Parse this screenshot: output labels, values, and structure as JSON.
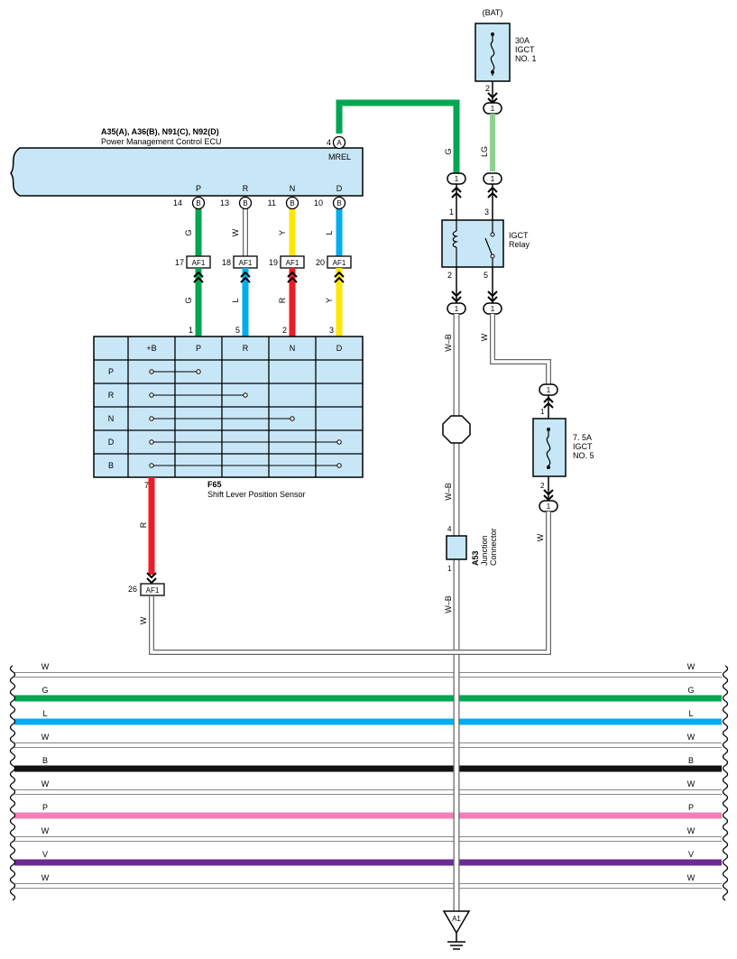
{
  "bat_label": "(BAT)",
  "fuse_30a": {
    "amp": "30A",
    "name1": "IGCT",
    "name2": "NO. 1",
    "pin_out": "2"
  },
  "fuse_75a": {
    "amp": "7. 5A",
    "name1": "IGCT",
    "name2": "NO. 5",
    "pin_in": "1",
    "pin_out": "2"
  },
  "ecu": {
    "codes": "A35(A), A36(B), N91(C), N92(D)",
    "name": "Power Management Control ECU",
    "mrel_pin": "4",
    "mrel_conn": "A",
    "mrel_label": "MREL",
    "pins": [
      {
        "label": "P",
        "pin": "14",
        "conn": "B"
      },
      {
        "label": "R",
        "pin": "13",
        "conn": "B"
      },
      {
        "label": "N",
        "pin": "11",
        "conn": "B"
      },
      {
        "label": "D",
        "pin": "10",
        "conn": "B"
      }
    ]
  },
  "ecu_wires": [
    "G",
    "W",
    "Y",
    "L"
  ],
  "af1_connectors": [
    {
      "num": "17",
      "name": "AF1"
    },
    {
      "num": "18",
      "name": "AF1"
    },
    {
      "num": "19",
      "name": "AF1"
    },
    {
      "num": "20",
      "name": "AF1"
    }
  ],
  "sensor_wires": [
    "G",
    "L",
    "R",
    "Y"
  ],
  "sensor_pins": [
    "1",
    "5",
    "2",
    "3"
  ],
  "sensor": {
    "id": "F65",
    "name": "Shift Lever Position Sensor",
    "headers": [
      "+B",
      "P",
      "R",
      "N",
      "D"
    ],
    "rows": [
      "P",
      "R",
      "N",
      "D",
      "B"
    ],
    "b_pin": "7",
    "b_wire": "R"
  },
  "af1_26": {
    "num": "26",
    "name": "AF1",
    "wire_out": "W"
  },
  "relay": {
    "name1": "IGCT",
    "name2": "Relay",
    "pin_coil_in": "1",
    "pin_coil_out": "2",
    "pin_sw_in": "3",
    "pin_sw_out": "5"
  },
  "connector_one": "1",
  "wire_labels": {
    "g_mrel": "G",
    "lg": "LG",
    "wb_upper": "W–B",
    "w_relay": "W",
    "wb_mid": "W–B",
    "w_fuse": "W",
    "wb_lower": "W–B"
  },
  "junction": {
    "id": "A53",
    "name1": "Junction",
    "name2": "Connector",
    "pin_top": "4",
    "pin_bottom": "1"
  },
  "ground": "A1",
  "buses": [
    {
      "name": "W",
      "color": "#ffffff"
    },
    {
      "name": "G",
      "color": "#00a651"
    },
    {
      "name": "L",
      "color": "#00aeef"
    },
    {
      "name": "W",
      "color": "#ffffff"
    },
    {
      "name": "B",
      "color": "#111111"
    },
    {
      "name": "W",
      "color": "#ffffff"
    },
    {
      "name": "P",
      "color": "#f080b8"
    },
    {
      "name": "W",
      "color": "#ffffff"
    },
    {
      "name": "V",
      "color": "#6a2c91"
    },
    {
      "name": "W",
      "color": "#ffffff"
    }
  ],
  "colors": {
    "fill": "#c7e7f7",
    "green": "#00a651",
    "light_green": "#8fd18f",
    "blue": "#00aeef",
    "yellow": "#ffe600",
    "red": "#ed1c24"
  }
}
